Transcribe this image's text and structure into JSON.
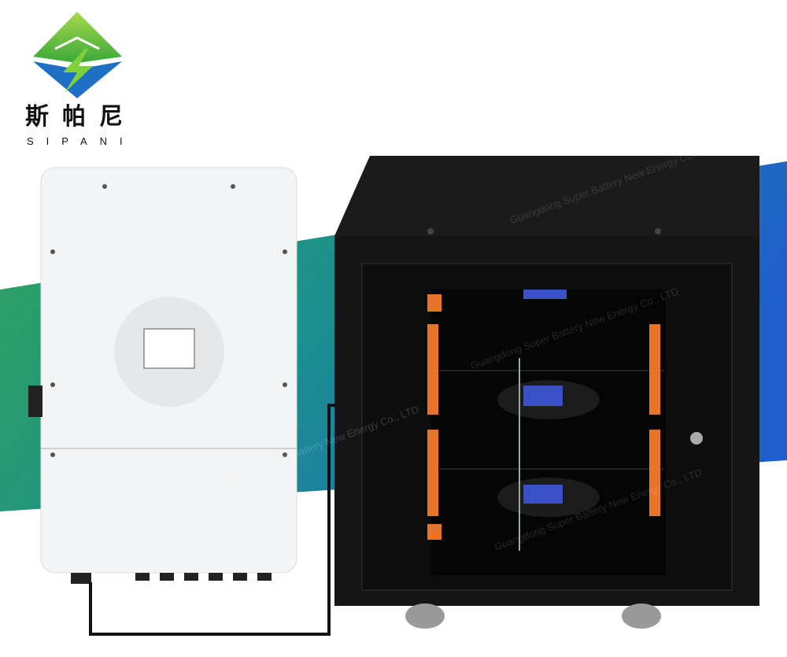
{
  "brand": {
    "name_cn": "斯帕尼",
    "name_en": "SIPANI"
  },
  "watermark": "Guangdong Super Battery New Energy Co., LTD",
  "colors": {
    "band_green": "#2fa35a",
    "band_blue": "#1e63c6",
    "logo_green": "#6cc23a",
    "logo_blue": "#1f6fc4",
    "cabinet": "#151515",
    "inverter": "#f2f3f4",
    "battery_terminal": "#e8742a",
    "lcd": "#3b4fc8"
  }
}
